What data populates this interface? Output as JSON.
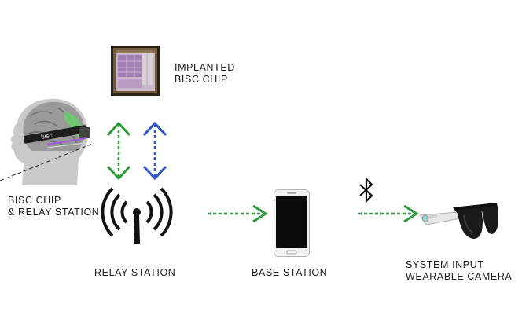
{
  "labels": {
    "implanted_line1": "IMPLANTED",
    "implanted_line2": "BISC CHIP",
    "chip_relay_line1": "BISC CHIP",
    "chip_relay_line2": "& RELAY STATION",
    "relay_station": "RELAY STATION",
    "base_station": "BASE STATION",
    "system_input_line1": "SYSTEM INPUT",
    "system_input_line2": "WEARABLE CAMERA"
  },
  "head_band_text": "bisc",
  "icons": {
    "chip": "chip-icon",
    "head": "head-brain-icon",
    "antenna": "antenna-icon",
    "phone": "phone-icon",
    "bluetooth": "bluetooth-icon",
    "glasses": "camera-glasses-icon"
  },
  "colors": {
    "green": "#2e9b3a",
    "blue": "#2f55c9",
    "dark": "#111111"
  }
}
